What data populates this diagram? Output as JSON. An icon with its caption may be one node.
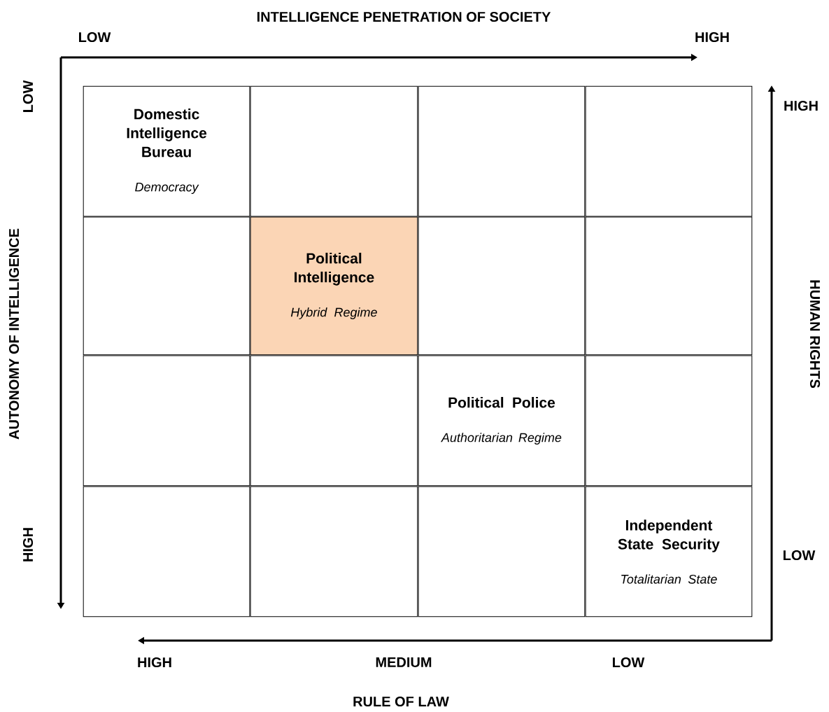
{
  "diagram": {
    "nodes": [
      {
        "text": [
          "Domestic Intelligence Bureau",
          "Democracy"
        ]
      },
      {
        "text": [],
        "shape": "box"
      },
      {
        "text": [],
        "shape": "box"
      },
      {
        "text": [],
        "shape": "box"
      },
      {
        "text": [],
        "shape": "box"
      },
      {
        "text": [
          "Political Intelligence",
          "Hybrid Regime"
        ]
      },
      {
        "text": [],
        "shape": "box"
      },
      {
        "text": [],
        "shape": "box"
      },
      {
        "text": [],
        "shape": "box"
      },
      {
        "text": [],
        "shape": "box"
      },
      {
        "text": [
          "Political Police",
          "Authoritarian Regime"
        ]
      },
      {
        "text": [],
        "shape": "box"
      },
      {
        "text": [],
        "shape": "box"
      },
      {
        "text": [],
        "shape": "box"
      },
      {
        "text": [],
        "shape": "box"
      },
      {
        "text": [
          "Independent State Security",
          "Totalitarian State"
        ]
      }
    ],
    "labels": [
      "INTELLIGENCE PENETRATION OF SOCIETY",
      "LOW",
      "HIGH",
      "LOW",
      "HIGH",
      "AUTONOMY OF INTELLIGENCE",
      "HUMAN RIGHTS",
      "HIGH",
      "LOW",
      "HIGH",
      "MEDIUM",
      "LOW",
      "RULE OF LAW"
    ]
  }
}
